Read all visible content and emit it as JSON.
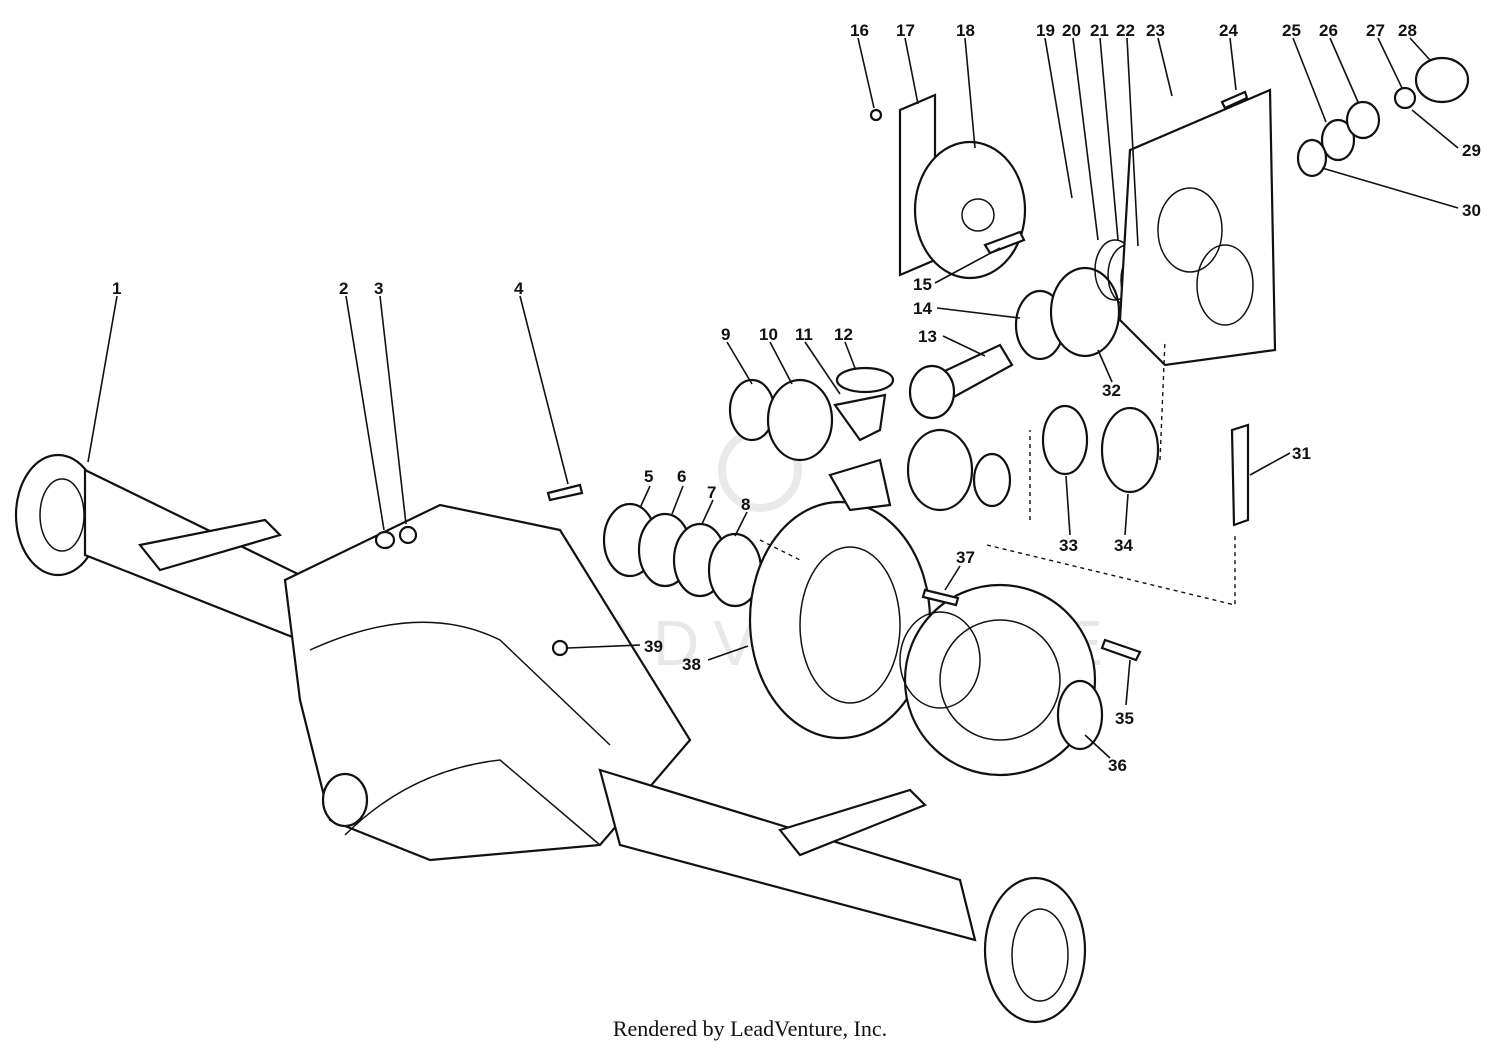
{
  "diagram": {
    "type": "exploded-parts-diagram",
    "callouts": [
      "1",
      "2",
      "3",
      "4",
      "5",
      "6",
      "7",
      "8",
      "9",
      "10",
      "11",
      "12",
      "13",
      "14",
      "15",
      "16",
      "17",
      "18",
      "19",
      "20",
      "21",
      "22",
      "23",
      "24",
      "25",
      "26",
      "27",
      "28",
      "29",
      "30",
      "31",
      "32",
      "33",
      "34",
      "35",
      "36",
      "37",
      "38",
      "39"
    ]
  },
  "footer": {
    "credit": "Rendered by LeadVenture, Inc."
  }
}
